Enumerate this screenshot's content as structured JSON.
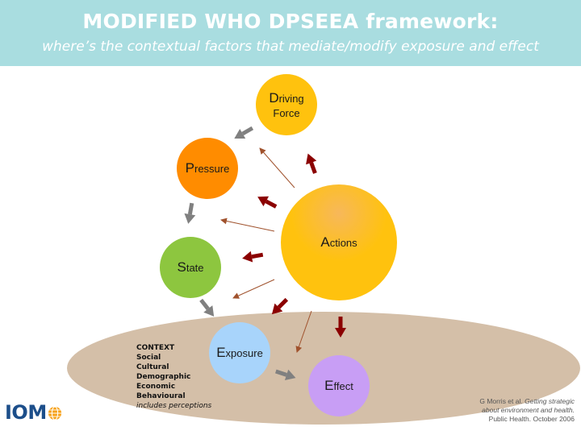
{
  "header": {
    "title": "MODIFIED WHO DPSEEA framework:",
    "subtitle": "where’s the contextual factors that mediate/modify exposure and effect"
  },
  "nodes": {
    "driving_force": {
      "cap": "D",
      "rest1": "riving",
      "line2": "Force"
    },
    "pressure": {
      "cap": "P",
      "rest": "ressure"
    },
    "state": {
      "cap": "S",
      "rest": "tate"
    },
    "actions": {
      "cap": "A",
      "rest": "ctions"
    },
    "exposure": {
      "cap": "E",
      "rest": "xposure"
    },
    "effect": {
      "cap": "E",
      "rest": "ffect"
    }
  },
  "context": {
    "title": "CONTEXT",
    "items": [
      "Social",
      "Cultural",
      "Demographic",
      "Economic",
      "Behavioural"
    ],
    "note": "includes perceptions"
  },
  "citation": {
    "author": "G Morris et al.",
    "title_part1": "Getting strategic about environment and health.",
    "journal": "Public Health.",
    "date": "October 2006"
  },
  "logo": {
    "text": "IOM"
  },
  "colors": {
    "header": "#a9dde0",
    "driving_force": "#ffc20e",
    "pressure": "#ff8c00",
    "state": "#8dc63f",
    "actions": "#ffc20e",
    "exposure": "#a8d4fb",
    "effect": "#c89ef5",
    "context_ellipse": "#d4bfa8",
    "grey_arrow": "#808080",
    "red_arrow": "#8b0000",
    "thin_arrow": "#a0522d"
  }
}
